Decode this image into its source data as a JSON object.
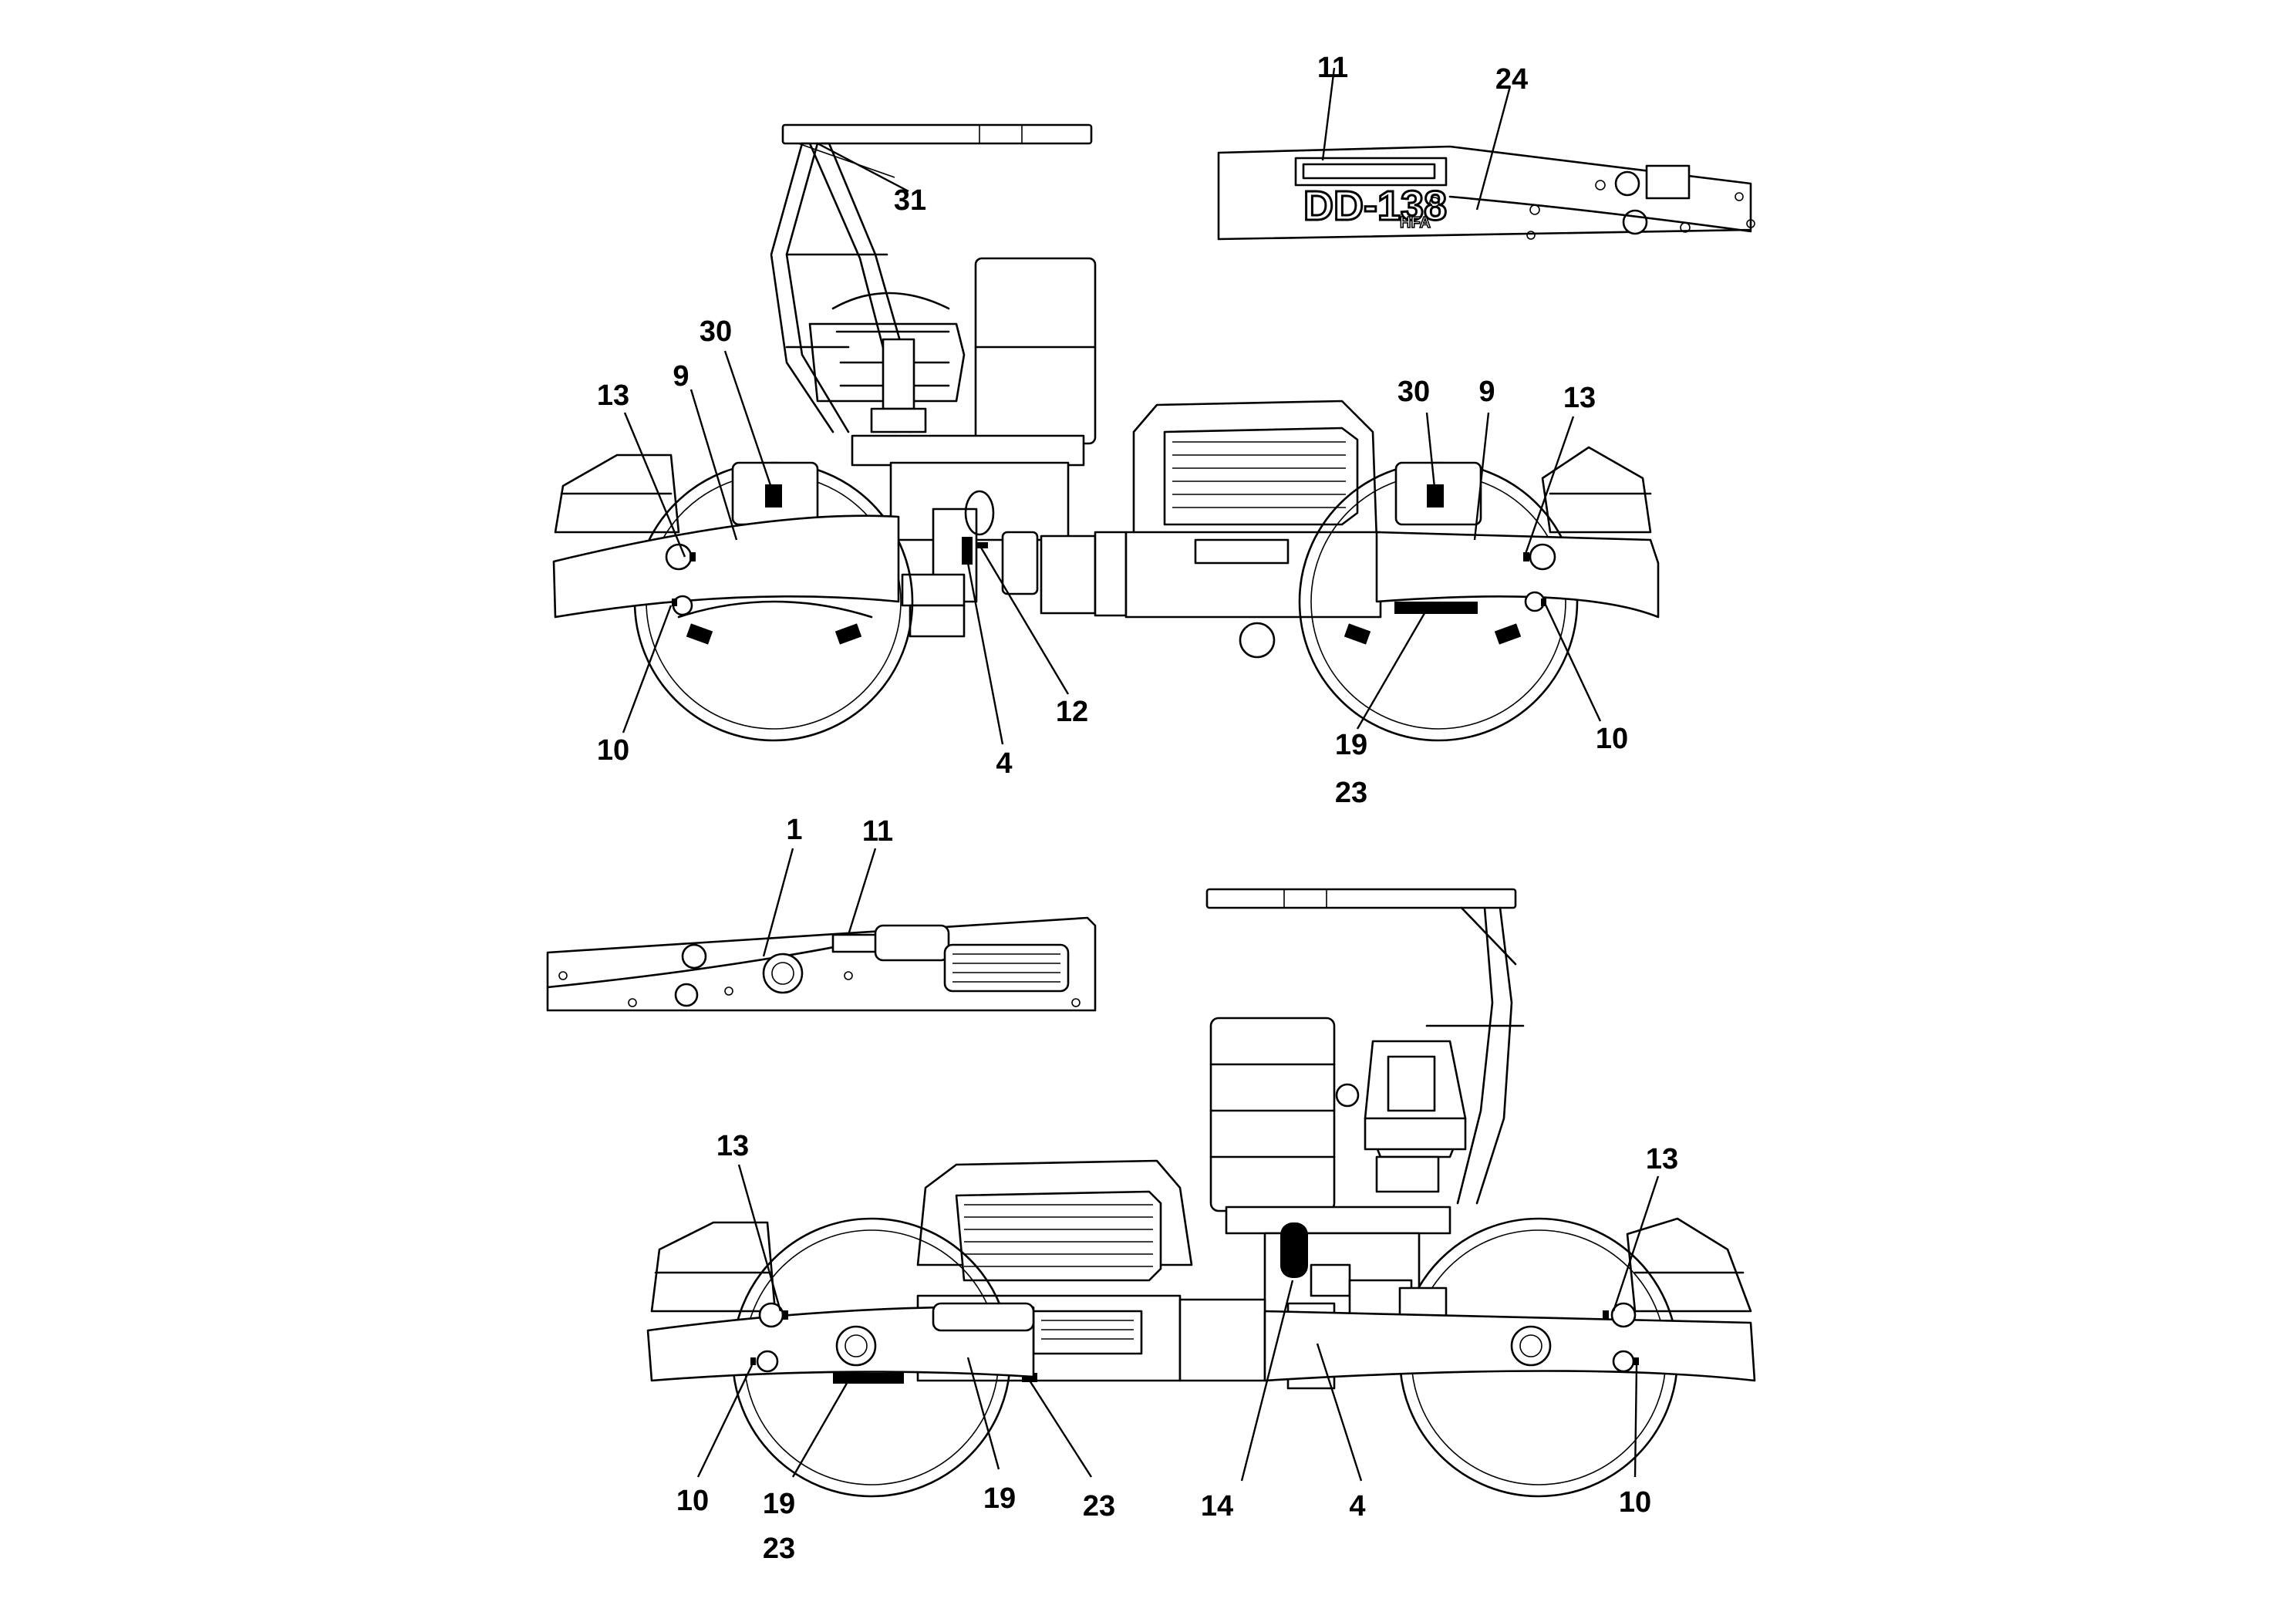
{
  "diagram": {
    "callouts": [
      {
        "id": "c11-top",
        "text": "11"
      },
      {
        "id": "c24",
        "text": "24"
      },
      {
        "id": "c31",
        "text": "31"
      },
      {
        "id": "c30-left",
        "text": "30"
      },
      {
        "id": "c13-left",
        "text": "13"
      },
      {
        "id": "c9-left",
        "text": "9"
      },
      {
        "id": "c30-right",
        "text": "30"
      },
      {
        "id": "c9-right",
        "text": "9"
      },
      {
        "id": "c13-right",
        "text": "13"
      },
      {
        "id": "c12",
        "text": "12"
      },
      {
        "id": "c10-left",
        "text": "10"
      },
      {
        "id": "c4-top",
        "text": "4"
      },
      {
        "id": "c19-top",
        "text": "19"
      },
      {
        "id": "c23-top",
        "text": "23"
      },
      {
        "id": "c10-right",
        "text": "10"
      },
      {
        "id": "c1",
        "text": "1"
      },
      {
        "id": "c11-mid",
        "text": "11"
      },
      {
        "id": "c13-bl",
        "text": "13"
      },
      {
        "id": "c13-br",
        "text": "13"
      },
      {
        "id": "c10-bl",
        "text": "10"
      },
      {
        "id": "c19-bl",
        "text": "19"
      },
      {
        "id": "c23-bl",
        "text": "23"
      },
      {
        "id": "c19-bm",
        "text": "19"
      },
      {
        "id": "c23-bm",
        "text": "23"
      },
      {
        "id": "c14",
        "text": "14"
      },
      {
        "id": "c4-bottom",
        "text": "4"
      },
      {
        "id": "c10-br",
        "text": "10"
      }
    ],
    "model_badge": {
      "main": "DD-138",
      "suffix": "HFA"
    }
  }
}
